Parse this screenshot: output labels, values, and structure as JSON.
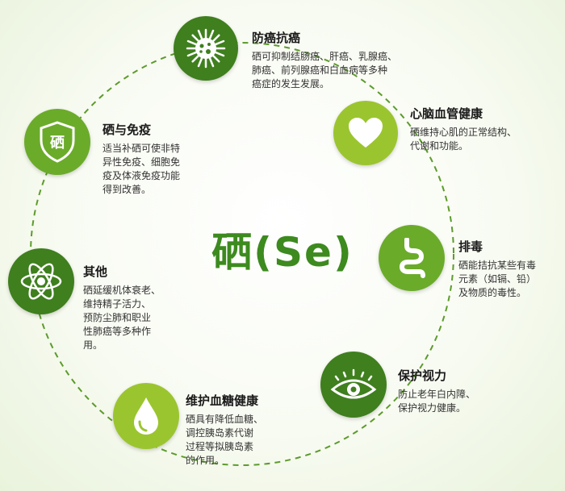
{
  "center_title": "硒(Se)",
  "colors": {
    "dark_green": "#3f7f1e",
    "mid_green": "#6bab2a",
    "light_green": "#9bc52f",
    "ring": "#5d9b2c",
    "title": "#3d8a1f"
  },
  "nodes": [
    {
      "title": "防癌抗癌",
      "text": "硒可抑制结肠癌、肝癌、乳腺癌、\n肺癌、前列腺癌和白血病等多种\n癌症的发生发展。",
      "icon": "virus-icon"
    },
    {
      "title": "心脑血管健康",
      "text": "硒维持心肌的正常结构、\n代谢和功能。",
      "icon": "heart-icon"
    },
    {
      "title": "排毒",
      "text": "硒能拮抗某些有毒\n元素（如镉、铅）\n及物质的毒性。",
      "icon": "intestine-icon"
    },
    {
      "title": "保护视力",
      "text": "防止老年白内障、\n保护视力健康。",
      "icon": "eye-icon"
    },
    {
      "title": "维护血糖健康",
      "text": "硒具有降低血糖、\n调控胰岛素代谢\n过程等拟胰岛素\n的作用。",
      "icon": "droplet-icon"
    },
    {
      "title": "其他",
      "text": "硒延缓机体衰老、\n维持精子活力、\n预防尘肺和职业\n性肺癌等多种作\n用。",
      "icon": "atom-icon"
    },
    {
      "title": "硒与免疫",
      "text": "适当补硒可使非特\n异性免疫、细胞免\n疫及体液免疫功能\n得到改善。",
      "icon": "shield-icon",
      "icon_text": "硒"
    }
  ]
}
